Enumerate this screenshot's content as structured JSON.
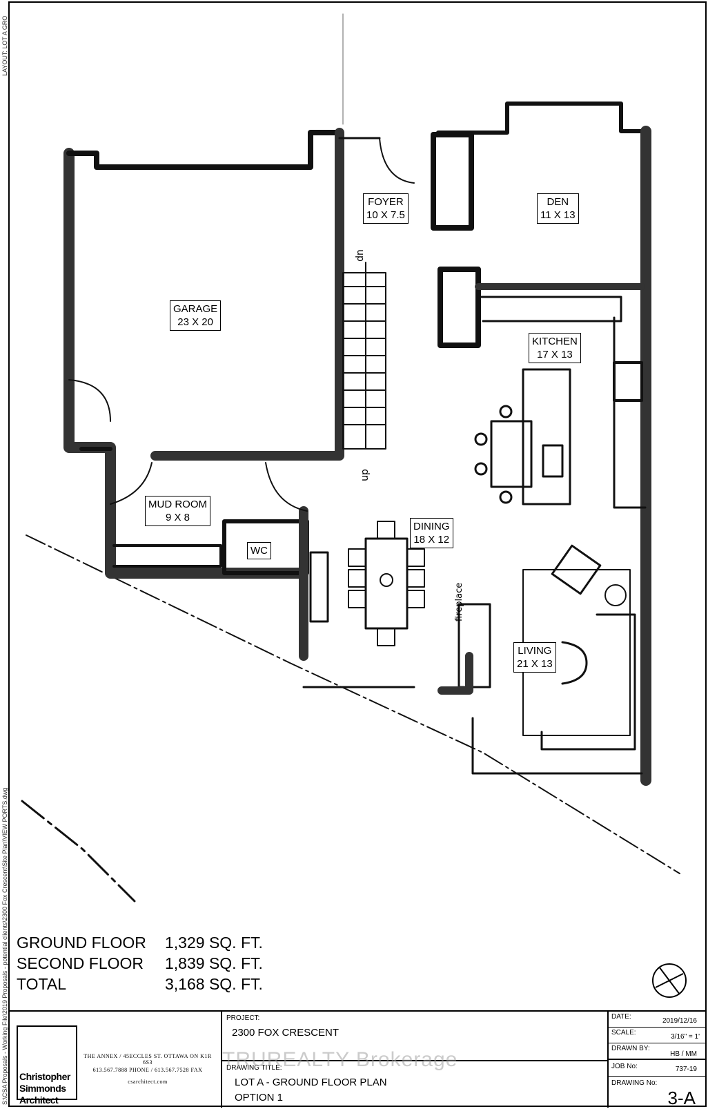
{
  "side_text": {
    "layout": "LAYOUT: LOT A GRO",
    "path": "S:\\CSA Proposals - Working File\\2019 Proposals - potential clients\\2300 Fox Crescent\\Site Plan\\VIEW PORTS.dwg"
  },
  "rooms": [
    {
      "name": "FOYER",
      "size": "10 X 7.5"
    },
    {
      "name": "DEN",
      "size": "11 X 13"
    },
    {
      "name": "GARAGE",
      "size": "23 X 20"
    },
    {
      "name": "KITCHEN",
      "size": "17 X 13"
    },
    {
      "name": "MUD ROOM",
      "size": "9 X 8"
    },
    {
      "name": "DINING",
      "size": "18 X 12"
    },
    {
      "name": "WC",
      "size": ""
    },
    {
      "name": "LIVING",
      "size": "21 X 13"
    }
  ],
  "annotations": {
    "stairs_up": "up",
    "stairs_down": "dn",
    "fireplace": "fireplace"
  },
  "areas": [
    {
      "label": "GROUND FLOOR",
      "value": "1,329 SQ. FT."
    },
    {
      "label": "SECOND FLOOR",
      "value": "1,839 SQ. FT."
    },
    {
      "label": "TOTAL",
      "value": "3,168 SQ. FT."
    }
  ],
  "title_block": {
    "firm_line1": "Christopher",
    "firm_line2": "Simmonds",
    "firm_line3": "Architect",
    "address": "THE ANNEX / 45ECCLES ST. OTTAWA ON K1R 6S3",
    "phone": "613.567.7888  PHONE / 613.567.7528  FAX",
    "web": "csarchitect.com",
    "project_hdr": "PROJECT:",
    "project": "2300 FOX CRESCENT",
    "drawing_title_hdr": "DRAWING TITLE:",
    "drawing_title_1": "LOT A - GROUND FLOOR PLAN",
    "drawing_title_2": "OPTION 1",
    "date_hdr": "DATE:",
    "date": "2019/12/16",
    "scale_hdr": "SCALE:",
    "scale": "3/16\" = 1'",
    "drawn_by_hdr": "DRAWN BY:",
    "drawn_by": "HB / MM",
    "job_no_hdr": "JOB No:",
    "job_no": "737-19",
    "drawing_no_hdr": "DRAWING No:",
    "drawing_no": "3-A"
  },
  "watermark": "TRUREALTY  Brokerage"
}
